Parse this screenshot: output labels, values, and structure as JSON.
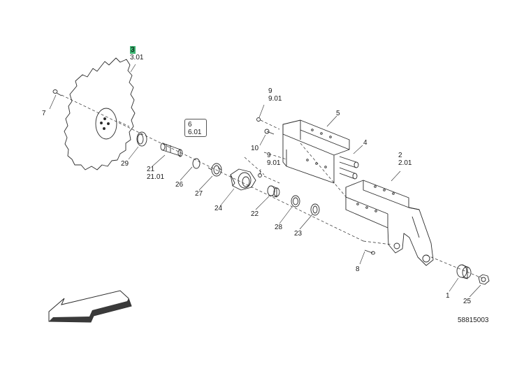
{
  "diagram": {
    "drawing_number": "58815003",
    "highlight_color": "#3cb371",
    "line_color": "#2a2a2a",
    "callouts": {
      "p3": "3",
      "p3_01": "3.01",
      "p7": "7",
      "p9a": "9",
      "p9a_01": "9.01",
      "p5": "5",
      "p6": "6",
      "p6_01": "6.01",
      "p10": "10",
      "p4": "4",
      "p9b": "9",
      "p9b_01": "9.01",
      "p2": "2",
      "p2_01": "2.01",
      "p29": "29",
      "p21": "21",
      "p21_01": "21.01",
      "p26": "26",
      "p27": "27",
      "p24": "24",
      "p22": "22",
      "p28": "28",
      "p23": "23",
      "p8": "8",
      "p1": "1",
      "p25": "25"
    }
  }
}
